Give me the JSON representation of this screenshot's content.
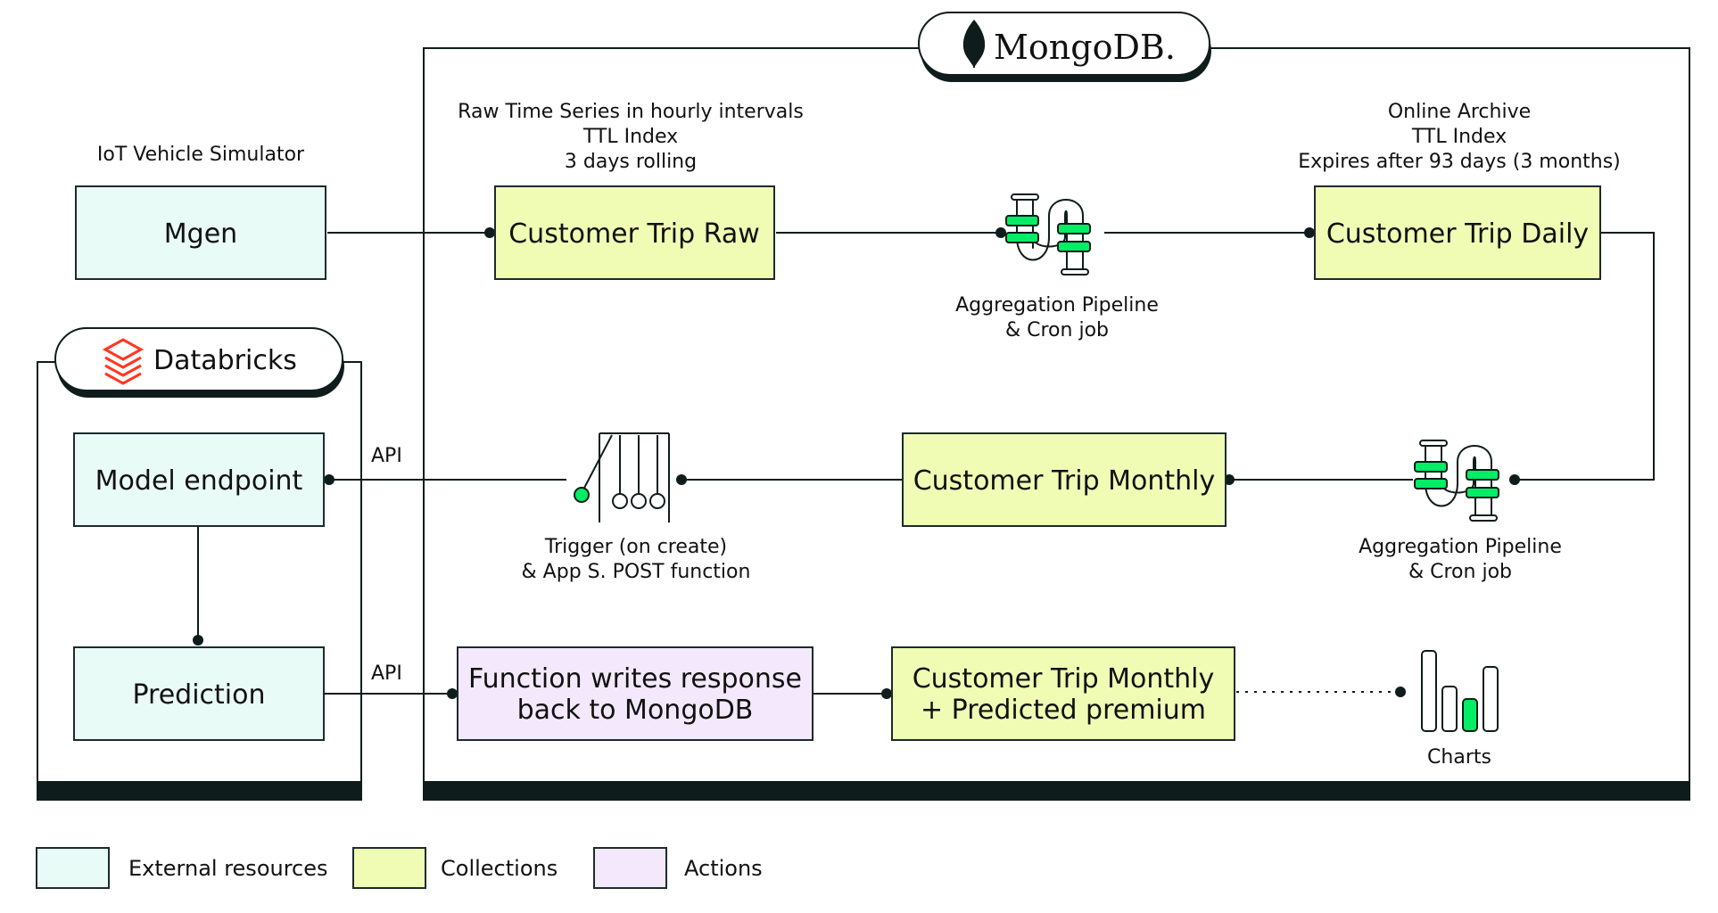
{
  "mongodb": {
    "logo_text": "MongoDB."
  },
  "databricks": {
    "logo_text": "Databricks"
  },
  "annotations": {
    "iot_simulator": "IoT Vehicle Simulator",
    "raw_line1": "Raw Time Series in hourly intervals",
    "raw_line2": "TTL Index",
    "raw_line3": "3 days rolling",
    "archive_line1": "Online Archive",
    "archive_line2": "TTL Index",
    "archive_line3": "Expires after 93 days (3 months)",
    "agg1_line1": "Aggregation Pipeline",
    "agg1_line2": "& Cron job",
    "agg2_line1": "Aggregation Pipeline",
    "agg2_line2": "& Cron job",
    "trigger_line1": "Trigger (on create)",
    "trigger_line2": "& App S. POST function",
    "api_top": "API",
    "api_bottom": "API",
    "charts": "Charts"
  },
  "nodes": {
    "mgen": "Mgen",
    "trip_raw": "Customer Trip Raw",
    "trip_daily": "Customer Trip Daily",
    "model_endpoint": "Model endpoint",
    "trip_monthly": "Customer Trip Monthly",
    "prediction": "Prediction",
    "function_line1": "Function writes response",
    "function_line2": "back to MongoDB",
    "monthly_pred_line1": "Customer Trip Monthly",
    "monthly_pred_line2": "+ Predicted premium"
  },
  "legend": {
    "external": "External resources",
    "collections": "Collections",
    "actions": "Actions"
  },
  "colors": {
    "external": "#e9fbf7",
    "collections": "#f0fcb3",
    "actions": "#f4e9fc",
    "accent_green": "#00ed64",
    "databricks_red": "#ff3621",
    "dark": "#0e1c1c"
  }
}
